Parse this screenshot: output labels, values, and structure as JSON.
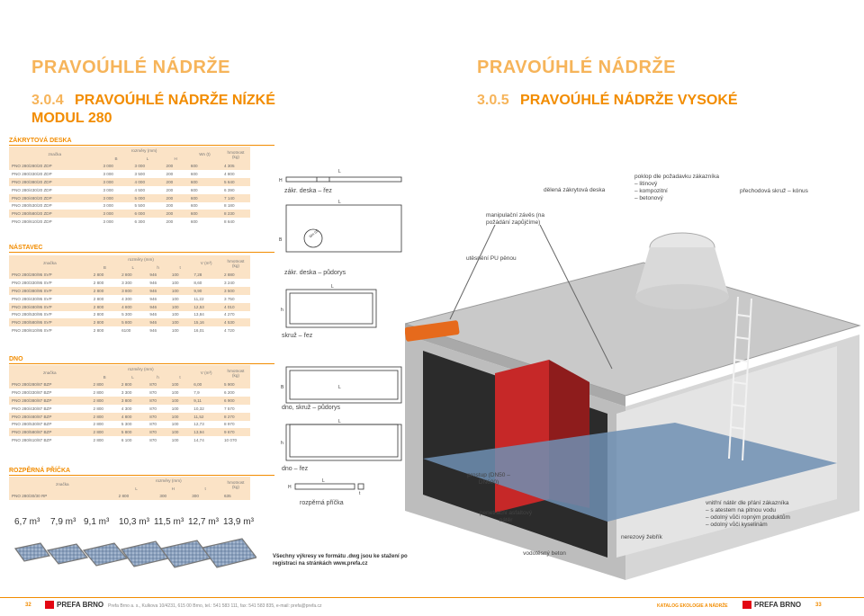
{
  "left_page": {
    "main_title": "PRAVOÚHLÉ NÁDRŽE",
    "section_number": "3.0.4",
    "section_title": "PRAVOÚHLÉ NÁDRŽE NÍZKÉ",
    "subtitle": "MODUL 280"
  },
  "right_page": {
    "main_title": "PRAVOÚHLÉ NÁDRŽE",
    "section_number": "3.0.5",
    "section_title": "PRAVOÚHLÉ NÁDRŽE VYSOKÉ"
  },
  "zakr_deska": {
    "label": "ZÁKRYTOVÁ DESKA",
    "h_znacka": "značka",
    "h_rozmery": "rozměry (mm)",
    "h_wn": "Wn (t)",
    "h_hmotnost": "hmotnost (kg)",
    "h_B": "B",
    "h_L": "L",
    "h_H": "H",
    "rows": [
      [
        "PNO 280/280/20 ZDP",
        "3 000",
        "3 000",
        "200",
        "600",
        "4 305"
      ],
      [
        "PNO 280/330/20 ZDP",
        "3 000",
        "3 500",
        "200",
        "600",
        "4 800"
      ],
      [
        "PNO 280/380/20 ZDP",
        "3 000",
        "4 000",
        "200",
        "600",
        "5 640"
      ],
      [
        "PNO 280/430/20 ZDP",
        "3 000",
        "4 500",
        "200",
        "600",
        "6 390"
      ],
      [
        "PNO 280/480/20 ZDP",
        "3 000",
        "5 000",
        "200",
        "600",
        "7 140"
      ],
      [
        "PNO 280/530/20 ZDP",
        "3 000",
        "5 500",
        "200",
        "600",
        "8 180"
      ],
      [
        "PNO 280/580/20 ZDP",
        "3 000",
        "6 000",
        "200",
        "600",
        "8 230"
      ],
      [
        "PNO 280/610/20 ZDP",
        "3 000",
        "6 300",
        "200",
        "600",
        "8 640"
      ]
    ]
  },
  "nastavec": {
    "label": "NÁSTAVEC",
    "h_znacka": "značka",
    "h_rozmery": "rozměry (mm)",
    "h_v": "V (m³)",
    "h_hmotnost": "hmotnost (kg)",
    "h_B": "B",
    "h_L": "L",
    "h_h": "h",
    "h_t": "t",
    "rows": [
      [
        "PNO 280/280/95 SVP",
        "2 800",
        "2 800",
        "946",
        "100",
        "7,28",
        "2 880"
      ],
      [
        "PNO 280/330/95 SVP",
        "2 800",
        "3 300",
        "946",
        "100",
        "8,60",
        "3 240"
      ],
      [
        "PNO 280/380/95 SVP",
        "2 800",
        "3 800",
        "946",
        "100",
        "9,90",
        "3 500"
      ],
      [
        "PNO 280/430/95 SVP",
        "2 800",
        "4 300",
        "946",
        "100",
        "11,22",
        "3 750"
      ],
      [
        "PNO 280/480/95 SVP",
        "2 800",
        "4 800",
        "946",
        "100",
        "12,53",
        "4 010"
      ],
      [
        "PNO 280/530/95 SVP",
        "2 800",
        "5 300",
        "946",
        "100",
        "13,84",
        "4 270"
      ],
      [
        "PNO 280/580/95 SVP",
        "2 800",
        "5 800",
        "946",
        "100",
        "15,16",
        "4 530"
      ],
      [
        "PNO 280/610/95 SVP",
        "2 800",
        "6100",
        "946",
        "100",
        "16,01",
        "4 720"
      ]
    ]
  },
  "dno": {
    "label": "DNO",
    "h_znacka": "značka",
    "h_rozmery": "rozměry (mm)",
    "h_v": "V (m³)",
    "h_hmotnost": "hmotnost (kg)",
    "h_B": "B",
    "h_L": "L",
    "h_h": "h",
    "h_t": "t",
    "rows": [
      [
        "PNO 280/280/87 BZP",
        "2 800",
        "2 800",
        "870",
        "100",
        "6,00",
        "5 900"
      ],
      [
        "PNO 280/330/87 BZP",
        "2 800",
        "3 300",
        "870",
        "100",
        "7,9",
        "6 200"
      ],
      [
        "PNO 280/380/87 BZP",
        "2 800",
        "3 800",
        "870",
        "100",
        "9,11",
        "6 900"
      ],
      [
        "PNO 280/430/87 BZP",
        "2 800",
        "4 300",
        "870",
        "100",
        "10,32",
        "7 570"
      ],
      [
        "PNO 280/480/87 BZP",
        "2 800",
        "4 800",
        "870",
        "100",
        "11,52",
        "8 270"
      ],
      [
        "PNO 280/530/87 BZP",
        "2 800",
        "5 300",
        "870",
        "100",
        "12,73",
        "8 970"
      ],
      [
        "PNO 280/580/87 BZP",
        "2 800",
        "5 800",
        "870",
        "100",
        "13,94",
        "9 670"
      ],
      [
        "PNO 280/610/87 BZP",
        "2 800",
        "6 100",
        "870",
        "100",
        "14,74",
        "10 070"
      ]
    ]
  },
  "rozperna": {
    "label": "ROZPĚRNÁ PŘÍČKA",
    "h_znacka": "značka",
    "h_rozmery": "rozměry (mm)",
    "h_hmotnost": "hmotnost (kg)",
    "h_L": "L",
    "h_H": "H",
    "h_t": "t",
    "rows": [
      [
        "PNO 280/30/30 RP",
        "2 800",
        "300",
        "300",
        "635"
      ]
    ]
  },
  "volumes": [
    "6,7 m³",
    "7,9 m³",
    "9,1 m³",
    "10,3 m³",
    "11,5 m³",
    "12,7 m³",
    "13,9 m³"
  ],
  "drawings": {
    "zakr_rez": "zákr. deska – řez",
    "zakr_pudorys": "zákr. deska – půdorys",
    "skruz_rez": "skruž – řez",
    "dno_skruz_pudorys": "dno, skruž – půdorys",
    "dno_rez": "dno – řez",
    "rozperna_pricka": "rozpěrná příčka",
    "dim_L": "L",
    "dim_H": "H",
    "dim_B": "B",
    "dim_t": "t",
    "dim_h": "h",
    "dim_wn": "Wn (d)",
    "note": "Všechny výkresy ve formátu .dwg jsou ke stažení po registraci na stránkách www.prefa.cz"
  },
  "callouts": {
    "deleni": "dělená zákrytová deska",
    "poklop": "poklop dle požadavku zákazníka",
    "poklop_1": "– litinový",
    "poklop_2": "– kompozitní",
    "poklop_3": "– betonový",
    "prechodova": "přechodová skruž – kónus",
    "manipulacni": "manipulační závěs (na požádání zapůjčíme)",
    "utesneni": "utěsnění PU pěnou",
    "prostup": "prostup (DN50 – DN600)",
    "penetracni": "penetrační asfaltový nátěr",
    "vodotesny": "vodotěsný beton",
    "nerezovy": "nerezový žebřík",
    "vnitrni": "vnitřní nátěr dle přání zákazníka",
    "vnitrni_1": "– s atestem na pitnou vodu",
    "vnitrni_2": "– odolný vůči ropným produktům",
    "vnitrni_3": "– odolný vůči kyselinám"
  },
  "footer": {
    "page_left": "32",
    "brand": "PREFA BRNO",
    "address": "Prefa Brno a. s., Kulkova 10/4231, 615 00 Brno, tel.: 541 583 111, fax: 541 583 835, e-mail: prefa@prefa.cz",
    "catalog": "KATALOG EKOLOGIE A NÁDRŽE",
    "page_right": "33"
  },
  "colors": {
    "accent": "#f28c00",
    "row_tint": "#fbe3c6"
  }
}
